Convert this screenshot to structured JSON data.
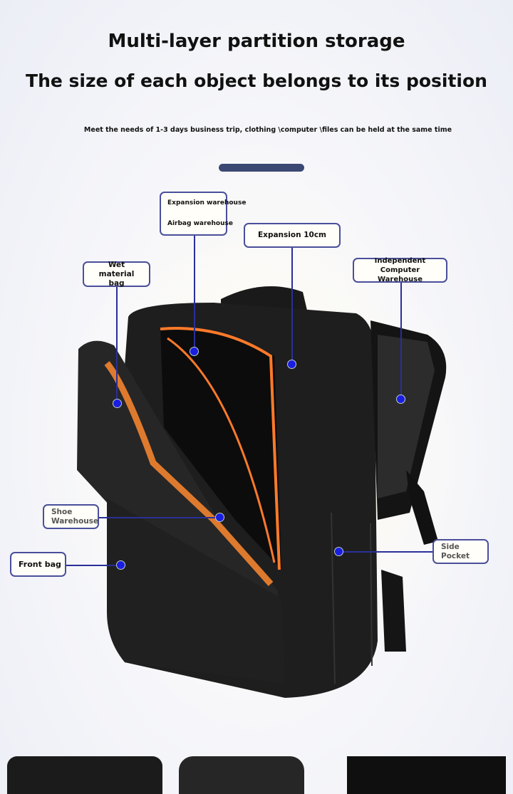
{
  "header": {
    "title": "Multi-layer partition storage",
    "subtitle": "The size of each object belongs to its position",
    "description": "Meet the needs of 1-3 days business trip, clothing \\computer \\files can be held at the same time"
  },
  "callouts": {
    "expansion_warehouse": "Expansion warehouse",
    "airbag_warehouse": "Airbag warehouse",
    "expansion_10cm": "Expansion 10cm",
    "wet_material_bag": "Wet material bag",
    "independent_computer_warehouse": "Independent Computer Warehouse",
    "shoe_warehouse": "Shoe Warehouse",
    "front_bag": "Front bag",
    "side_pocket": "Side Pocket"
  },
  "colors": {
    "accent": "#3b4874",
    "dot": "#1a1ee0",
    "zipper": "#ff7a2a"
  }
}
